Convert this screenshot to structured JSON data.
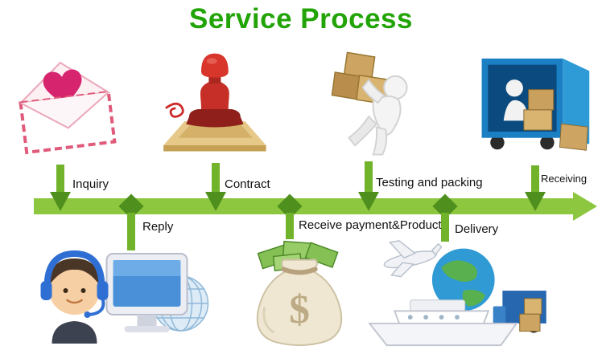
{
  "title": "Service Process",
  "colors": {
    "title_green": "#22a406",
    "band_green": "#8dc63f",
    "stem_green": "#72b32c",
    "arrow_dark_green": "#4e8f1d"
  },
  "top_steps": [
    {
      "label": "Inquiry",
      "icon": "envelope-heart-icon"
    },
    {
      "label": "Contract",
      "icon": "rubber-stamp-icon"
    },
    {
      "label": "Testing and packing",
      "icon": "worker-carrying-boxes-icon"
    },
    {
      "label": "Receiving",
      "icon": "truck-unloading-icon"
    }
  ],
  "bottom_steps": [
    {
      "label": "Reply",
      "icon": "customer-support-icon"
    },
    {
      "label": "Receive payment&Product",
      "icon": "money-bag-icon"
    },
    {
      "label": "Delivery",
      "icon": "global-shipping-icon"
    }
  ]
}
